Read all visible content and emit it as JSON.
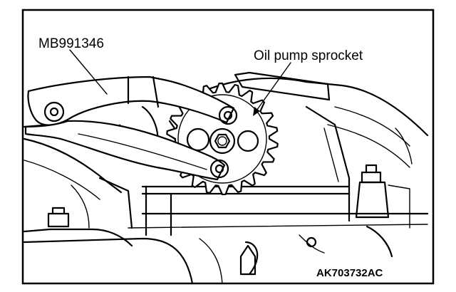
{
  "labels": {
    "tool": "MB991346",
    "part": "Oil pump sprocket",
    "code": "AK703732AC"
  },
  "colors": {
    "ink": "#000000",
    "paper": "#ffffff"
  }
}
